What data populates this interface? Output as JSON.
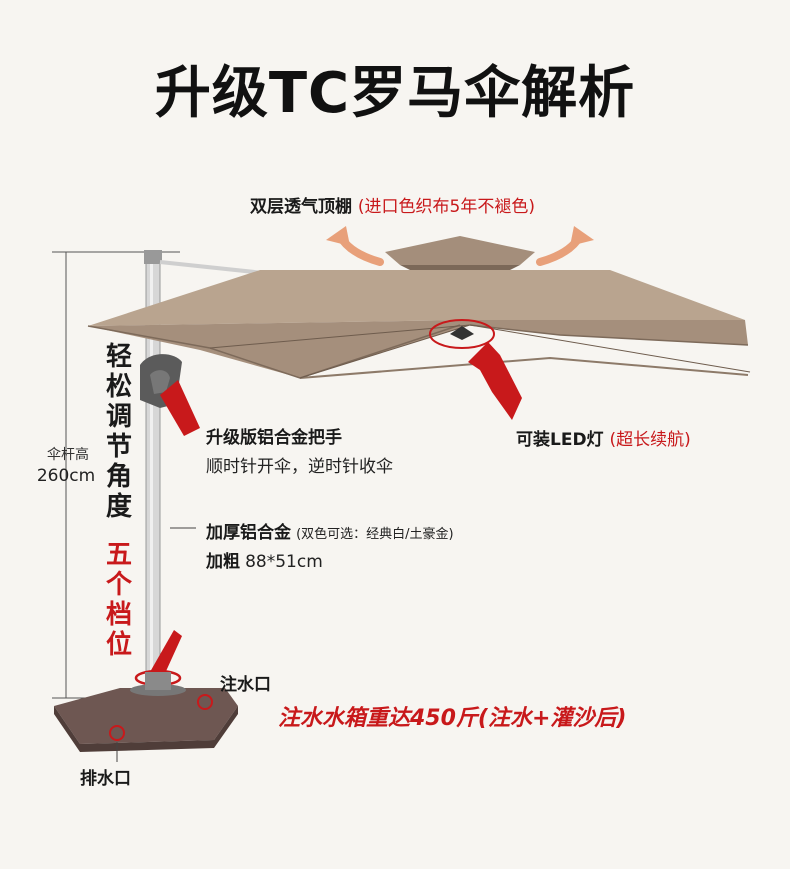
{
  "title": "升级TC罗马伞解析",
  "canopy_label": {
    "main": "双层透气顶棚",
    "note": "(进口色织布5年不褪色)"
  },
  "led_label": {
    "main": "可装LED灯",
    "note": "(超长续航)"
  },
  "handle_label": {
    "main": "升级版铝合金把手",
    "sub": "顺时针开伞，逆时针收伞"
  },
  "pole_label": {
    "main": "加厚铝合金",
    "note": "(双色可选：经典白/土豪金)",
    "sub_prefix": "加粗",
    "sub_value": "88*51cm"
  },
  "height": {
    "label": "伞杆高",
    "value": "260cm"
  },
  "adjust_label": "轻松调节角度",
  "positions_label": "五个档位",
  "water_inlet": "注水口",
  "water_outlet": "排水口",
  "base_capacity": "注水水箱重达450斤(注水+灌沙后)",
  "colors": {
    "canopy": "#b8a28e",
    "canopy_shade": "#a58f7c",
    "pole": "#d8d8d8",
    "base": "#6b5550",
    "accent_red": "#c8191b",
    "vent_arrow": "#e8a07a"
  }
}
